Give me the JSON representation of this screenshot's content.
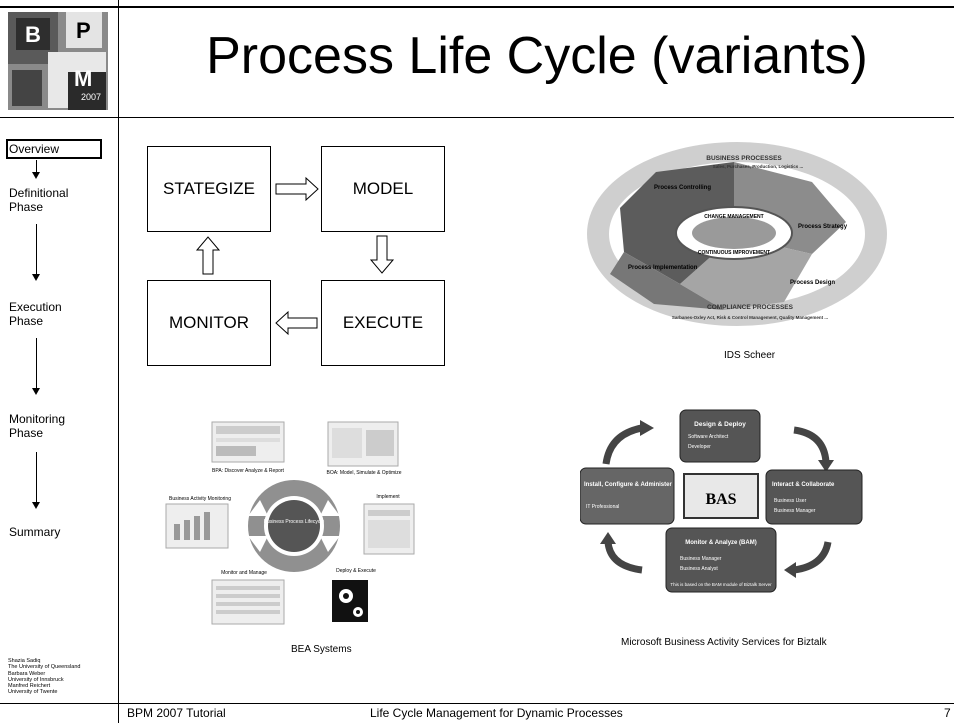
{
  "logo": {
    "letters": [
      "B",
      "P",
      "M"
    ],
    "year": "2007"
  },
  "title": "Process Life Cycle (variants)",
  "nav": {
    "items": [
      "Overview",
      "Definitional\nPhase",
      "Execution\nPhase",
      "Monitoring\nPhase",
      "Summary"
    ]
  },
  "credits": [
    "Shazia Sadiq",
    "The University of Queensland",
    "Barbara Weber",
    "University of Innsbruck",
    "Manfred Reichert",
    "University of Twente"
  ],
  "diagram": {
    "strategize": "STATEGIZE",
    "model": "MODEL",
    "execute": "EXECUTE",
    "monitor": "MONITOR"
  },
  "ids": {
    "caption": "IDS Scheer",
    "top_band": "BUSINESS PROCESSES",
    "top_sub": "Sales, Purchases, Production, Logistics ...",
    "bottom_band": "COMPLIANCE PROCESSES",
    "bottom_sub": "Sarbanes-Oxley Act, Risk & Control Management, Quality Management ...",
    "inner_top": "CHANGE MANAGEMENT",
    "inner_bottom": "CONTINUOUS IMPROVEMENT",
    "q1": "Process Controlling",
    "q2": "Process Strategy",
    "q3": "Process Implementation",
    "q4": "Process Design"
  },
  "bea": {
    "caption": "BEA Systems",
    "center": "Business Process Lifecycle",
    "l1": "BPA: Discover Analyze & Report",
    "l2": "BOA: Model, Simulate & Optimize",
    "l3": "Implement",
    "l4": "Deploy & Execute",
    "l5": "Monitor and Manage",
    "l6": "Business Activity Monitoring"
  },
  "ms": {
    "caption": "Microsoft Business Activity Services for Biztalk",
    "center": "BAS",
    "top_title": "Design & Deploy",
    "top_items": [
      "Software Architect",
      "Developer"
    ],
    "left_title": "Install, Configure & Administer",
    "left_items": [
      "IT Professional"
    ],
    "right_title": "Interact & Collaborate",
    "right_items": [
      "Business User",
      "Business Manager"
    ],
    "bottom_title": "Monitor & Analyze (BAM)",
    "bottom_items": [
      "Business Manager",
      "Business Analyst"
    ],
    "note": "This is based on the BAM module of Biztalk Server"
  },
  "footer": {
    "left": "BPM 2007 Tutorial",
    "center": "Life Cycle Management for Dynamic Processes",
    "page": "7"
  },
  "colors": {
    "logo_bg": "#8a8a8a",
    "logo_dark": "#3a3a3a"
  }
}
